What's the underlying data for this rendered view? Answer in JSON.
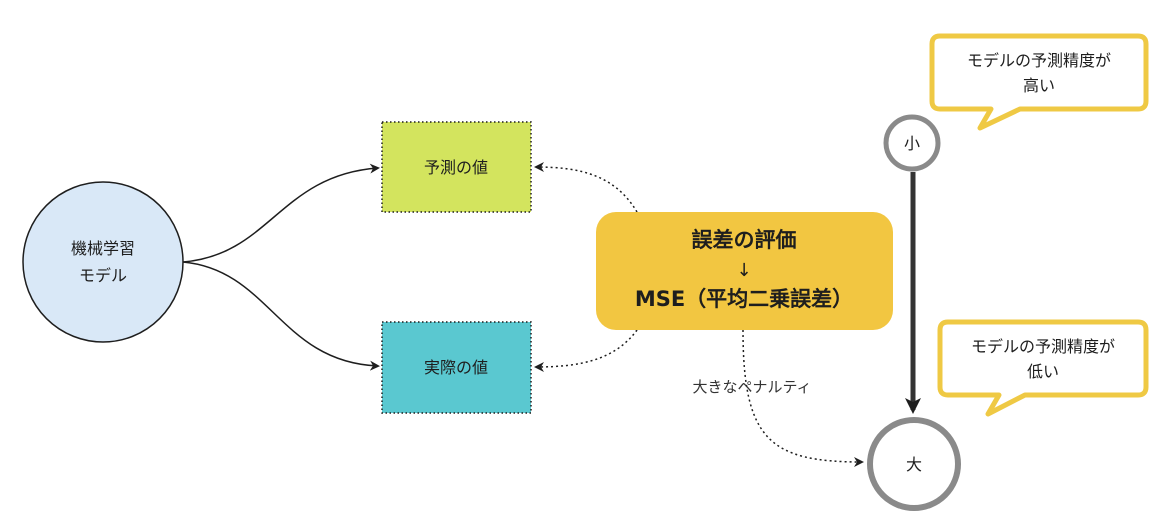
{
  "nodes": {
    "model": {
      "line1": "機械学習",
      "line2": "モデル"
    },
    "predicted": {
      "label": "予測の値"
    },
    "actual": {
      "label": "実際の値"
    },
    "evaluation": {
      "title": "誤差の評価",
      "arrow": "↓",
      "mse": "MSE（平均二乗誤差）"
    },
    "small": {
      "label": "小"
    },
    "large": {
      "label": "大"
    }
  },
  "callouts": {
    "high": {
      "line1": "モデルの予測精度が",
      "line2": "高い"
    },
    "low": {
      "line1": "モデルの予測精度が",
      "line2": "低い"
    }
  },
  "edges": {
    "penalty_label": "大きなペナルティ"
  },
  "colors": {
    "model_fill": "#d9e8f7",
    "predicted_fill": "#d3e45e",
    "actual_fill": "#5ac8d0",
    "evaluation_fill": "#f2c641",
    "callout_border": "#efc944",
    "circle_stroke": "#8a8a8a",
    "line": "#1e1e1e"
  }
}
